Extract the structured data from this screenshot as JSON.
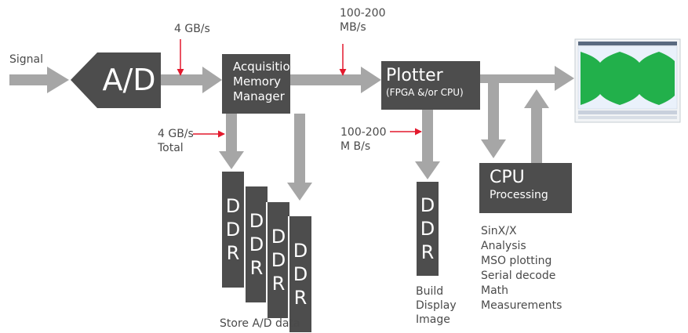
{
  "signal_label": "Signal",
  "ad_label": "A/D",
  "rate_ad_out": "4 GB/s",
  "acq_manager": [
    "Acquisition",
    "Memory",
    "Manager"
  ],
  "rate_plotter_in": [
    "100-200",
    "MB/s"
  ],
  "plotter": {
    "title": "Plotter",
    "subtitle": "(FPGA &/or CPU)"
  },
  "rate_total": [
    "4 GB/s",
    "Total"
  ],
  "rate_plotter_ddr": [
    "100-200",
    "M B/s"
  ],
  "ddr_letters": [
    "D",
    "D",
    "R"
  ],
  "cpu": {
    "title": "CPU",
    "subtitle": "Processing"
  },
  "cpu_tasks": [
    "SinX/X",
    "Analysis",
    "MSO plotting",
    "Serial decode",
    "Math",
    "Measurements"
  ],
  "build_display": [
    "Build",
    "Display",
    "Image"
  ],
  "store_label": "Store A/D data",
  "colors": {
    "arrow": "#a6a6a6",
    "box": "#4d4d4d",
    "marker": "#e3192d",
    "waveform": "#22b04b",
    "text": "#4a4a4a"
  }
}
